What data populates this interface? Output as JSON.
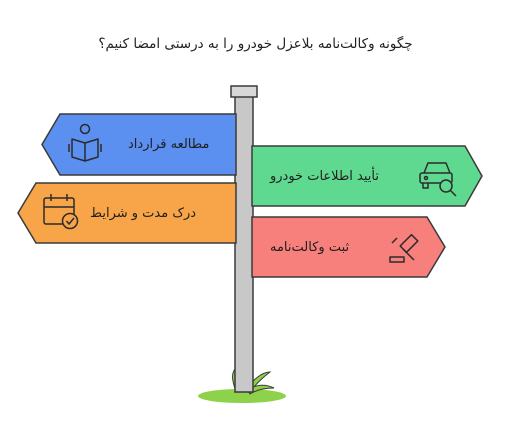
{
  "title": "چگونه وکالت‌نامه بلاعزل خودرو را به درستی امضا کنیم؟",
  "signs": [
    {
      "label": "مطالعه قرارداد",
      "icon": "reading-person-icon",
      "color": "#5b8ff0"
    },
    {
      "label": "تأیید اطلاعات خودرو",
      "icon": "car-search-icon",
      "color": "#5fd98f"
    },
    {
      "label": "درک مدت و شرایط",
      "icon": "calendar-check-icon",
      "color": "#f7a548"
    },
    {
      "label": "ثبت وکالت‌نامه",
      "icon": "gavel-icon",
      "color": "#f7807d"
    }
  ]
}
